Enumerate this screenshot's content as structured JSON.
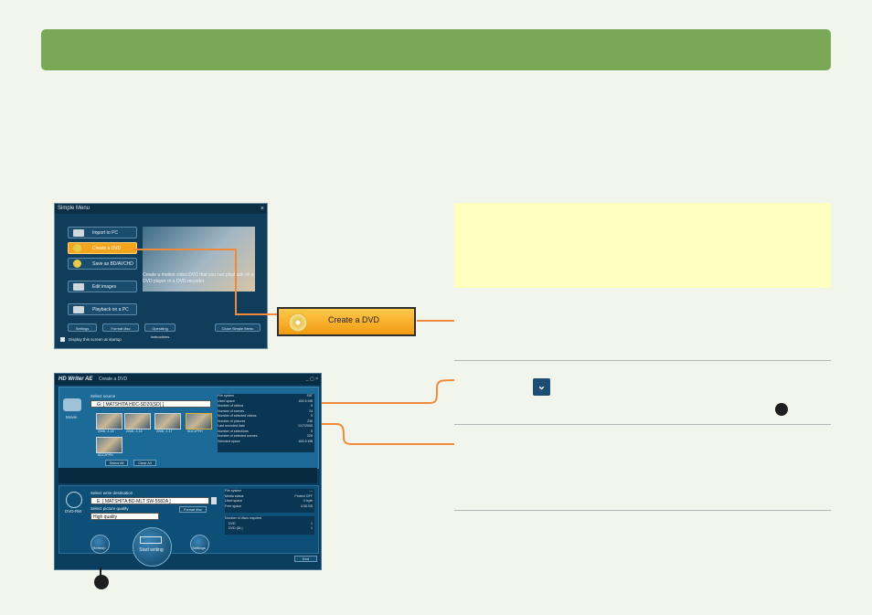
{
  "simple_menu": {
    "title": "Simple Menu",
    "close_glyph": "×",
    "buttons": [
      "Import to PC",
      "Create a DVD",
      "Save as BD/AVCHD",
      "Edit images",
      "Playback on a PC"
    ],
    "description": "Create a motion video DVD that you can playback on a DVD player or a DVD recorder.",
    "bottom_buttons": [
      "Settings",
      "Format disc",
      "Operating Instructions",
      "Close Simple Menu"
    ],
    "startup_checkbox_label": "Display this screen at startup"
  },
  "callout": {
    "label": "Create a DVD"
  },
  "hd_writer": {
    "app_title": "HD Writer AE",
    "subtitle": "Create a DVD",
    "window_controls": "_ ▢ ×",
    "movie_label": "Movie",
    "select_source_label": "Select source",
    "source_value": "G: [ MATSHITA HDC-SD20(SD) ]",
    "thumbnails": [
      "2008...1.16",
      "2008...1.16",
      "2008...1.17",
      "SDC1PPH",
      "SDC2PPH"
    ],
    "source_stats": [
      {
        "k": "File system",
        "v": "FAT"
      },
      {
        "k": "Used space",
        "v": "400.5 MB"
      },
      {
        "k": "Number of videos",
        "v": "5"
      },
      {
        "k": "Number of scenes",
        "v": "24"
      },
      {
        "k": "Number of selected videos",
        "v": "5"
      },
      {
        "k": "Number of pictures",
        "v": "236"
      },
      {
        "k": "Last recorded date",
        "v": "1/17/2008"
      },
      {
        "k": "Number of selections",
        "v": "5"
      },
      {
        "k": "Number of selected scenes",
        "v": "226"
      },
      {
        "k": "Selected space",
        "v": "400.5 MB"
      }
    ],
    "select_all": "Select All",
    "clear_all": "Clear All",
    "dvd_label": "DVD-RW",
    "write_dest_label": "Select write destination",
    "write_dest_value": "E: [ MATSHITA BD-MLT SW-5582A ]",
    "quality_label": "Select picture quality",
    "quality_value": "High quality",
    "format_disc": "Format disc",
    "dest_stats": [
      {
        "k": "File system",
        "v": "---"
      },
      {
        "k": "Media status",
        "v": "Protect OFF"
      },
      {
        "k": "Used space",
        "v": "0 byte"
      },
      {
        "k": "Free space",
        "v": "4.38 GB"
      }
    ],
    "discs_required_label": "Number of discs required",
    "discs_required": [
      {
        "k": "DVD",
        "v": "1"
      },
      {
        "k": "DVD (DL)",
        "v": "1"
      }
    ],
    "refresh": "Refresh",
    "start_writing": "Start writing",
    "settings": "Settings",
    "end": "End"
  },
  "right_panel": {
    "chevron_glyph": "⌄"
  },
  "colors": {
    "header": "#79a957",
    "accent_orange": "#f08a3a",
    "note_bg": "#ffffc0"
  }
}
